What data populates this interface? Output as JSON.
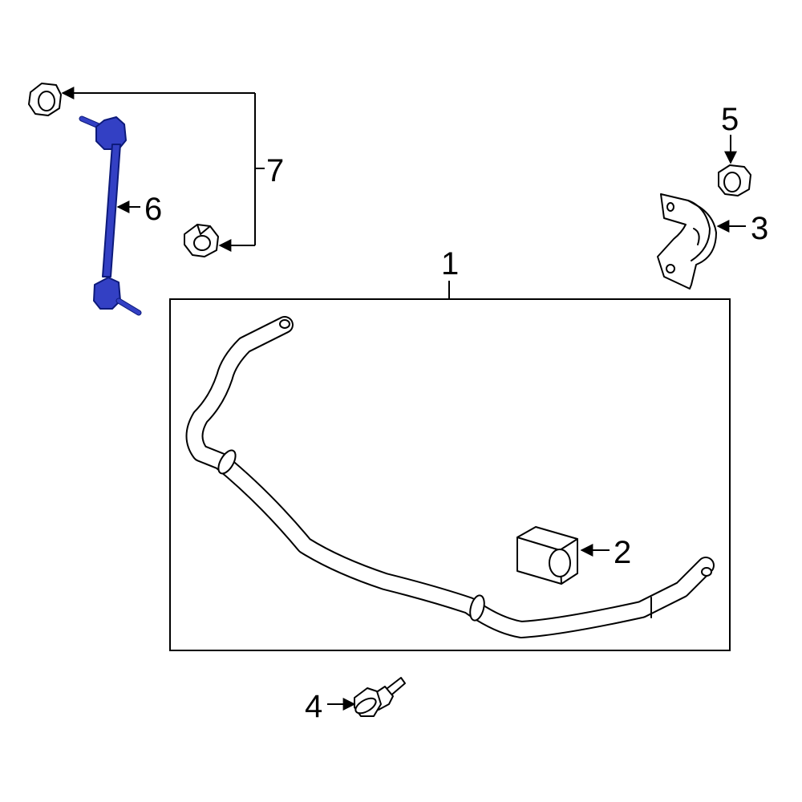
{
  "callouts": {
    "c1": "1",
    "c2": "2",
    "c3": "3",
    "c4": "4",
    "c5": "5",
    "c6": "6",
    "c7": "7"
  },
  "colors": {
    "highlight": "#3340c4",
    "line": "#000000",
    "background": "#ffffff"
  }
}
